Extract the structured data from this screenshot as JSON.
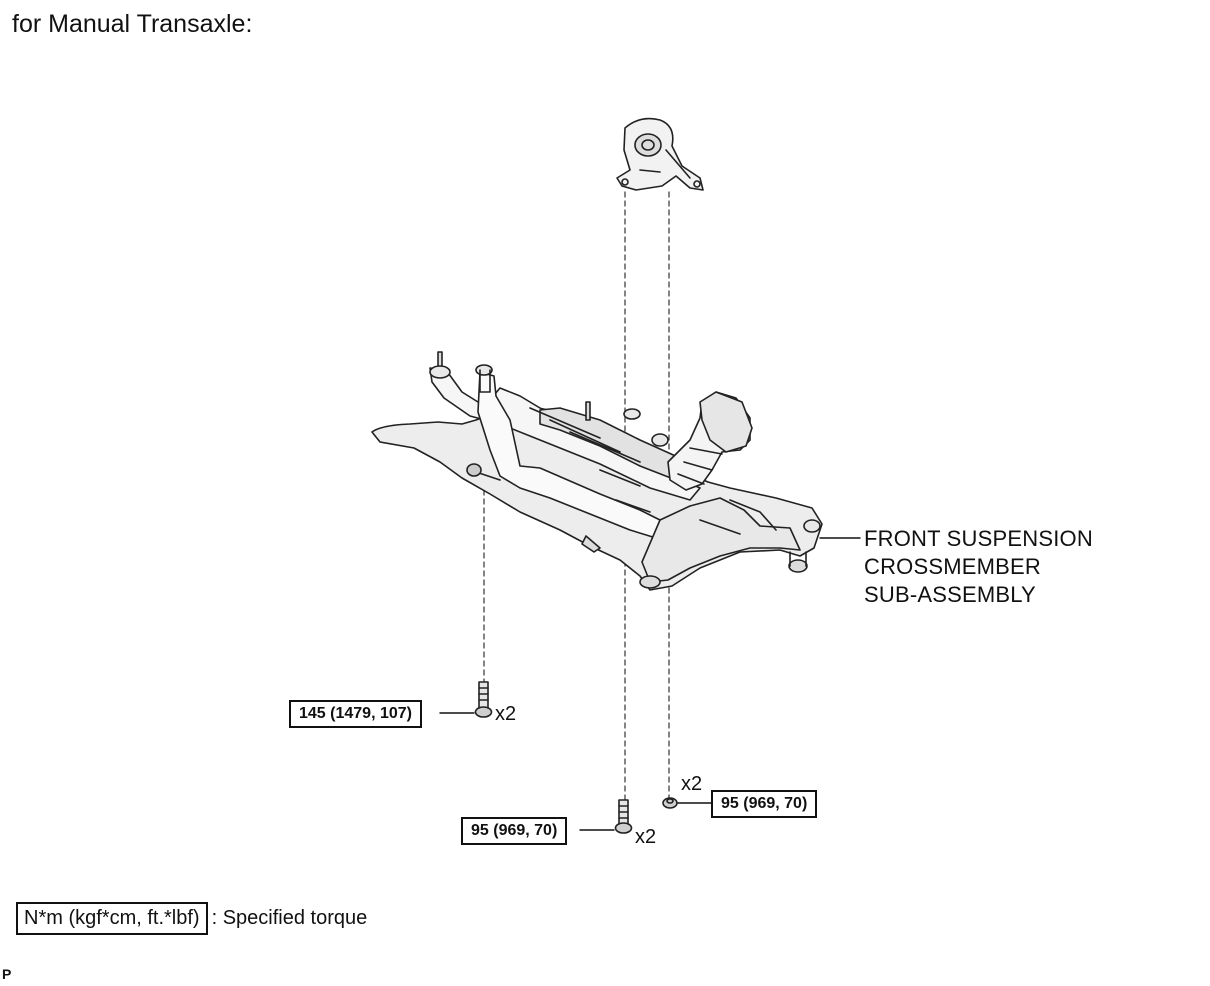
{
  "heading": "for Manual Transaxle:",
  "part_label": {
    "line1": "FRONT SUSPENSION",
    "line2": "CROSSMEMBER",
    "line3": "SUB-ASSEMBLY"
  },
  "torques": {
    "rear_bolt": "145 (1479, 107)",
    "front_bolt": "95 (969, 70)",
    "nut": "95 (969, 70)"
  },
  "quantities": {
    "rear_bolt": "x2",
    "front_bolt": "x2",
    "nut": "x2"
  },
  "legend": {
    "units": "N*m (kgf*cm, ft.*lbf)",
    "text": ": Specified torque"
  },
  "corner_mark": "P"
}
